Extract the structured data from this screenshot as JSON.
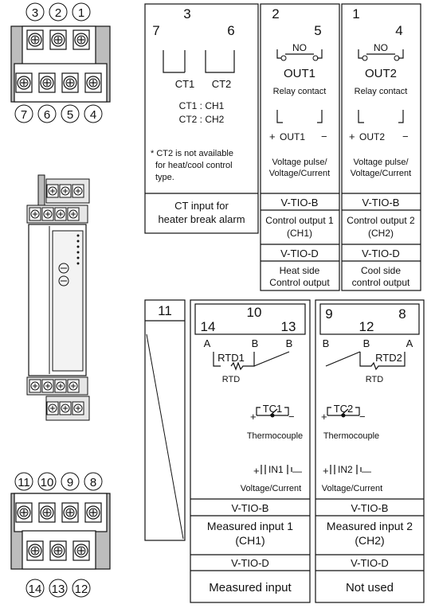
{
  "top_terminals": {
    "upper_numbers": [
      "3",
      "2",
      "1"
    ],
    "lower_numbers": [
      "7",
      "6",
      "5",
      "4"
    ]
  },
  "bottom_terminals": {
    "upper_numbers": [
      "11",
      "10",
      "9",
      "8"
    ],
    "lower_numbers": [
      "14",
      "13",
      "12"
    ]
  },
  "ct_panel": {
    "header_num": "3",
    "left_num": "7",
    "right_num": "6",
    "ct1": "CT1",
    "ct2": "CT2",
    "line1": "CT1 : CH1",
    "line2": "CT2 : CH2",
    "note_line1": "* CT2 is not available",
    "note_line2": "for heat/cool control",
    "note_line3": "type.",
    "foot_line1": "CT input for",
    "foot_line2": "heater break alarm"
  },
  "out1_panel": {
    "num_top": "2",
    "num_right": "5",
    "no_label": "NO",
    "out_label": "OUT1",
    "relay_label": "Relay contact",
    "plus": "+",
    "minus": "−",
    "voltage_out_label": "OUT1",
    "vp_line1": "Voltage pulse/",
    "vp_line2": "Voltage/Current",
    "model_b": "V-TIO-B",
    "func_b_line1": "Control output 1",
    "func_b_line2": "(CH1)",
    "model_d": "V-TIO-D",
    "func_d_line1": "Heat side",
    "func_d_line2": "Control output"
  },
  "out2_panel": {
    "num_top": "1",
    "num_right": "4",
    "no_label": "NO",
    "out_label": "OUT2",
    "relay_label": "Relay contact",
    "plus": "+",
    "minus": "−",
    "voltage_out_label": "OUT2",
    "vp_line1": "Voltage pulse/",
    "vp_line2": "Voltage/Current",
    "model_b": "V-TIO-B",
    "func_b_line1": "Control output 2",
    "func_b_line2": "(CH2)",
    "model_d": "V-TIO-D",
    "func_d_line1": "Cool side",
    "func_d_line2": "control output"
  },
  "panel_11": {
    "num": "11"
  },
  "input1_panel": {
    "num_top": "10",
    "num_left": "14",
    "num_right": "13",
    "a": "A",
    "b1": "B",
    "b2": "B",
    "rtd_label": "RTD1",
    "rtd_caption": "RTD",
    "tc_label": "TC1",
    "tc_plus": "+",
    "tc_minus": "−",
    "tc_caption": "Thermocouple",
    "in_plus": "+",
    "in_minus": "—",
    "in_label": "IN1",
    "in_caption": "Voltage/Current",
    "model_b": "V-TIO-B",
    "func_b_line1": "Measured input 1",
    "func_b_line2": "(CH1)",
    "model_d": "V-TIO-D",
    "func_d": "Measured input"
  },
  "input2_panel": {
    "num_top_left": "9",
    "num_top_right": "8",
    "num_mid": "12",
    "b1": "B",
    "b2": "B",
    "a": "A",
    "rtd_label": "RTD2",
    "rtd_caption": "RTD",
    "tc_label": "TC2",
    "tc_plus": "+",
    "tc_minus": "−",
    "tc_caption": "Thermocouple",
    "in_plus": "+",
    "in_minus": "—",
    "in_label": "IN2",
    "in_caption": "Voltage/Current",
    "model_b": "V-TIO-B",
    "func_b_line1": "Measured input 2",
    "func_b_line2": "(CH2)",
    "model_d": "V-TIO-D",
    "func_d": "Not used"
  }
}
